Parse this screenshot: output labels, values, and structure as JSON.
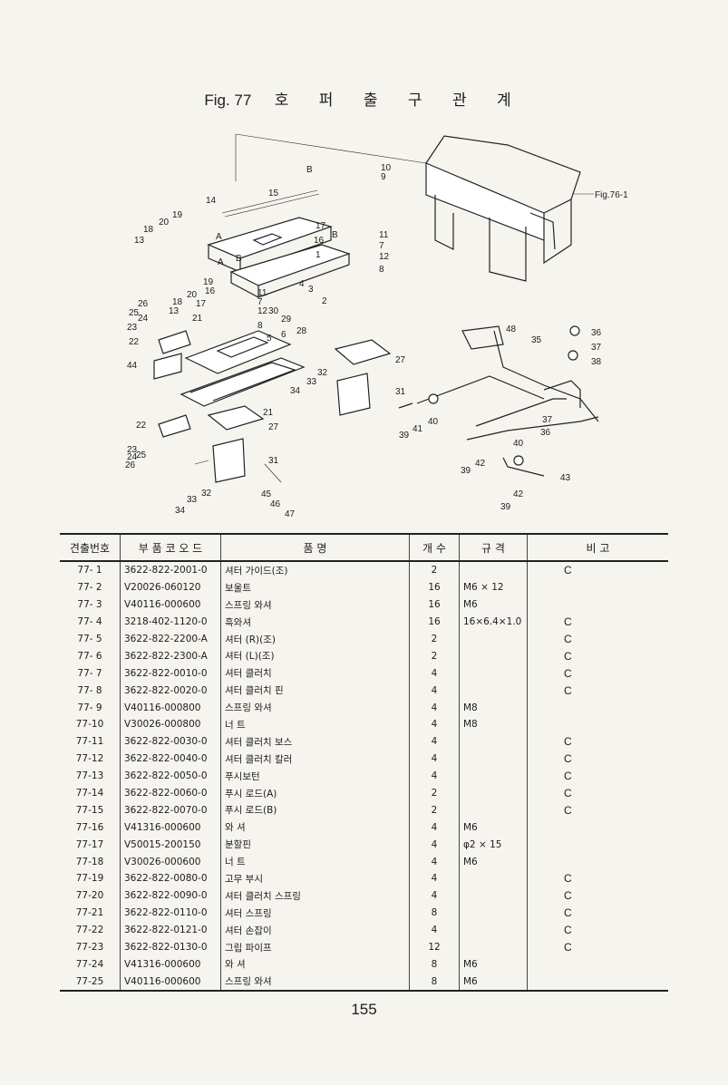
{
  "figure": {
    "number": "Fig. 77",
    "title": "호 퍼 출 구 관 계",
    "ref_label": "Fig.76-1"
  },
  "callouts": [
    "10",
    "9",
    "B",
    "15",
    "14",
    "20",
    "19",
    "18",
    "13",
    "A",
    "17",
    "16",
    "11",
    "7",
    "12",
    "8",
    "1",
    "2",
    "3",
    "4",
    "5",
    "6",
    "28",
    "29",
    "30",
    "21",
    "22",
    "23",
    "24",
    "25",
    "26",
    "44",
    "27",
    "31",
    "32",
    "33",
    "34",
    "45",
    "46",
    "47",
    "35",
    "36",
    "37",
    "38",
    "39",
    "40",
    "41",
    "42",
    "43",
    "48"
  ],
  "table": {
    "headers": [
      "견출번호",
      "부 품 코 오 드",
      "품          명",
      "개 수",
      "규     격",
      "비     고"
    ],
    "rows": [
      {
        "no": "77- 1",
        "code": "3622-822-2001-0",
        "name": "셔터 가이드(조)",
        "qty": "2",
        "spec": "",
        "note": "C"
      },
      {
        "no": "77- 2",
        "code": "V20026-060120",
        "name": "보울트",
        "qty": "16",
        "spec": "M6 × 12",
        "note": ""
      },
      {
        "no": "77- 3",
        "code": "V40116-000600",
        "name": "스프링 와셔",
        "qty": "16",
        "spec": "M6",
        "note": ""
      },
      {
        "no": "77- 4",
        "code": "3218-402-1120-0",
        "name": "흑와셔",
        "qty": "16",
        "spec": "16×6.4×1.0",
        "note": "C"
      },
      {
        "no": "77- 5",
        "code": "3622-822-2200-A",
        "name": "셔터 (R)(조)",
        "qty": "2",
        "spec": "",
        "note": "C"
      },
      {
        "no": "77- 6",
        "code": "3622-822-2300-A",
        "name": "셔터 (L)(조)",
        "qty": "2",
        "spec": "",
        "note": "C"
      },
      {
        "no": "77- 7",
        "code": "3622-822-0010-0",
        "name": "셔터 클러치",
        "qty": "4",
        "spec": "",
        "note": "C"
      },
      {
        "no": "77- 8",
        "code": "3622-822-0020-0",
        "name": "셔터 클러치 핀",
        "qty": "4",
        "spec": "",
        "note": "C"
      },
      {
        "no": "77- 9",
        "code": "V40116-000800",
        "name": "스프링 와셔",
        "qty": "4",
        "spec": "M8",
        "note": ""
      },
      {
        "no": "77-10",
        "code": "V30026-000800",
        "name": "너 트",
        "qty": "4",
        "spec": "M8",
        "note": ""
      },
      {
        "no": "77-11",
        "code": "3622-822-0030-0",
        "name": "셔터 클러치 보스",
        "qty": "4",
        "spec": "",
        "note": "C"
      },
      {
        "no": "77-12",
        "code": "3622-822-0040-0",
        "name": "셔터 클러치 칼러",
        "qty": "4",
        "spec": "",
        "note": "C"
      },
      {
        "no": "77-13",
        "code": "3622-822-0050-0",
        "name": "푸시보턴",
        "qty": "4",
        "spec": "",
        "note": "C"
      },
      {
        "no": "77-14",
        "code": "3622-822-0060-0",
        "name": "푸시 로드(A)",
        "qty": "2",
        "spec": "",
        "note": "C"
      },
      {
        "no": "77-15",
        "code": "3622-822-0070-0",
        "name": "푸시 로드(B)",
        "qty": "2",
        "spec": "",
        "note": "C"
      },
      {
        "no": "77-16",
        "code": "V41316-000600",
        "name": "와 셔",
        "qty": "4",
        "spec": "M6",
        "note": ""
      },
      {
        "no": "77-17",
        "code": "V50015-200150",
        "name": "분할핀",
        "qty": "4",
        "spec": "φ2 × 15",
        "note": ""
      },
      {
        "no": "77-18",
        "code": "V30026-000600",
        "name": "너 트",
        "qty": "4",
        "spec": "M6",
        "note": ""
      },
      {
        "no": "77-19",
        "code": "3622-822-0080-0",
        "name": "고무 부시",
        "qty": "4",
        "spec": "",
        "note": "C"
      },
      {
        "no": "77-20",
        "code": "3622-822-0090-0",
        "name": "셔터 클러치 스프링",
        "qty": "4",
        "spec": "",
        "note": "C"
      },
      {
        "no": "77-21",
        "code": "3622-822-0110-0",
        "name": "셔터 스프링",
        "qty": "8",
        "spec": "",
        "note": "C"
      },
      {
        "no": "77-22",
        "code": "3622-822-0121-0",
        "name": "셔터  손잡이",
        "qty": "4",
        "spec": "",
        "note": "C"
      },
      {
        "no": "77-23",
        "code": "3622-822-0130-0",
        "name": "그립 파이프",
        "qty": "12",
        "spec": "",
        "note": "C"
      },
      {
        "no": "77-24",
        "code": "V41316-000600",
        "name": "와 셔",
        "qty": "8",
        "spec": "M6",
        "note": ""
      },
      {
        "no": "77-25",
        "code": "V40116-000600",
        "name": "스프링 와셔",
        "qty": "8",
        "spec": "M6",
        "note": ""
      }
    ]
  },
  "page_number": "155"
}
